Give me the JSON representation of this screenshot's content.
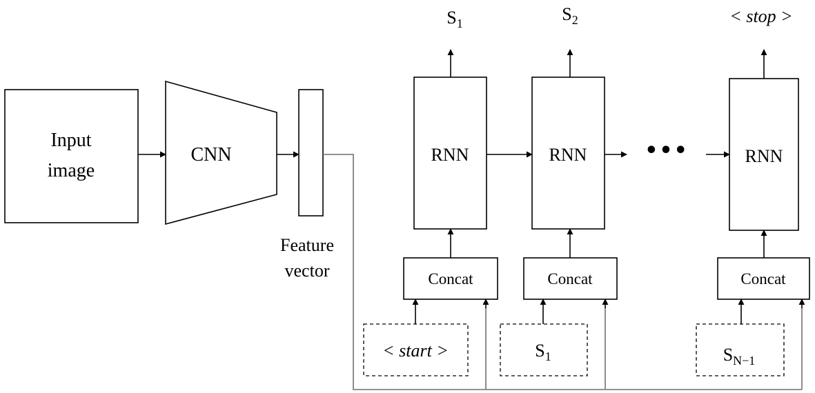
{
  "labels": {
    "input_line1": "Input",
    "input_line2": "image",
    "cnn": "CNN",
    "feature_line1": "Feature",
    "feature_line2": "vector",
    "rnn": "RNN",
    "concat": "Concat",
    "ellipsis": "•••"
  },
  "steps": [
    {
      "output_symbol": "S",
      "output_sub": "1",
      "input_symbol": "< start >",
      "input_sub": ""
    },
    {
      "output_symbol": "S",
      "output_sub": "2",
      "input_symbol": "S",
      "input_sub": "1"
    },
    {
      "output_symbol": "< stop >",
      "output_sub": "",
      "input_symbol": "S",
      "input_sub": "N−1"
    }
  ]
}
